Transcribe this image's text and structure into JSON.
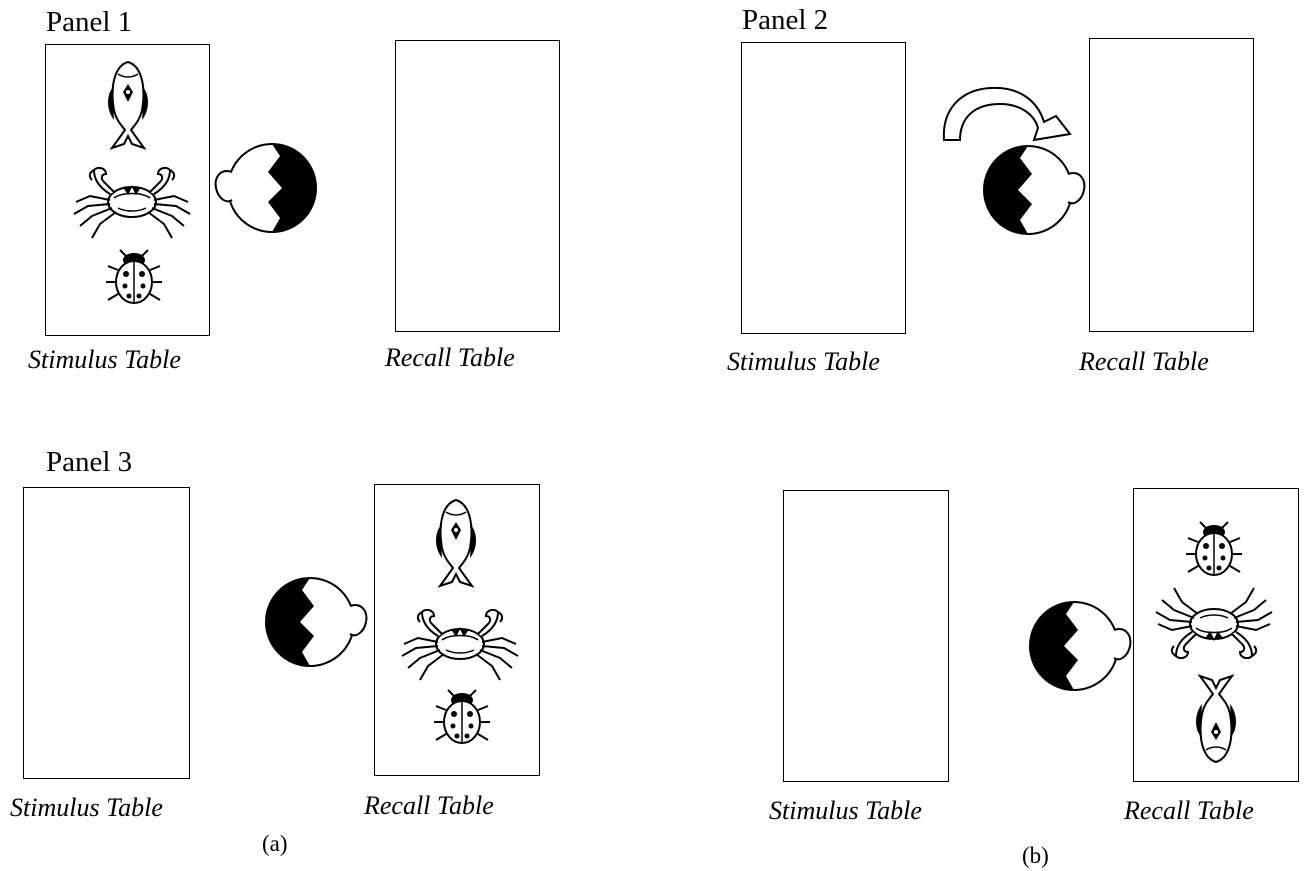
{
  "panels": {
    "panel_1": {
      "title": "Panel 1",
      "stimulus_label": "Stimulus Table",
      "recall_label": "Recall Table"
    },
    "panel_2": {
      "title": "Panel 2",
      "stimulus_label": "Stimulus Table",
      "recall_label": "Recall Table"
    },
    "panel_3": {
      "title": "Panel 3",
      "stimulus_label": "Stimulus Table",
      "recall_label": "Recall Table"
    },
    "panel_b": {
      "stimulus_label": "Stimulus Table",
      "recall_label": "Recall Table"
    }
  },
  "sub_labels": {
    "a": "(a)",
    "b": "(b)"
  },
  "icons": {
    "fish": "fish-icon",
    "crab": "crab-icon",
    "ladybug": "ladybug-icon",
    "head": "head-icon",
    "arrow": "curved-arrow-icon"
  },
  "colors": {
    "ink": "#000000",
    "paper": "#ffffff"
  }
}
